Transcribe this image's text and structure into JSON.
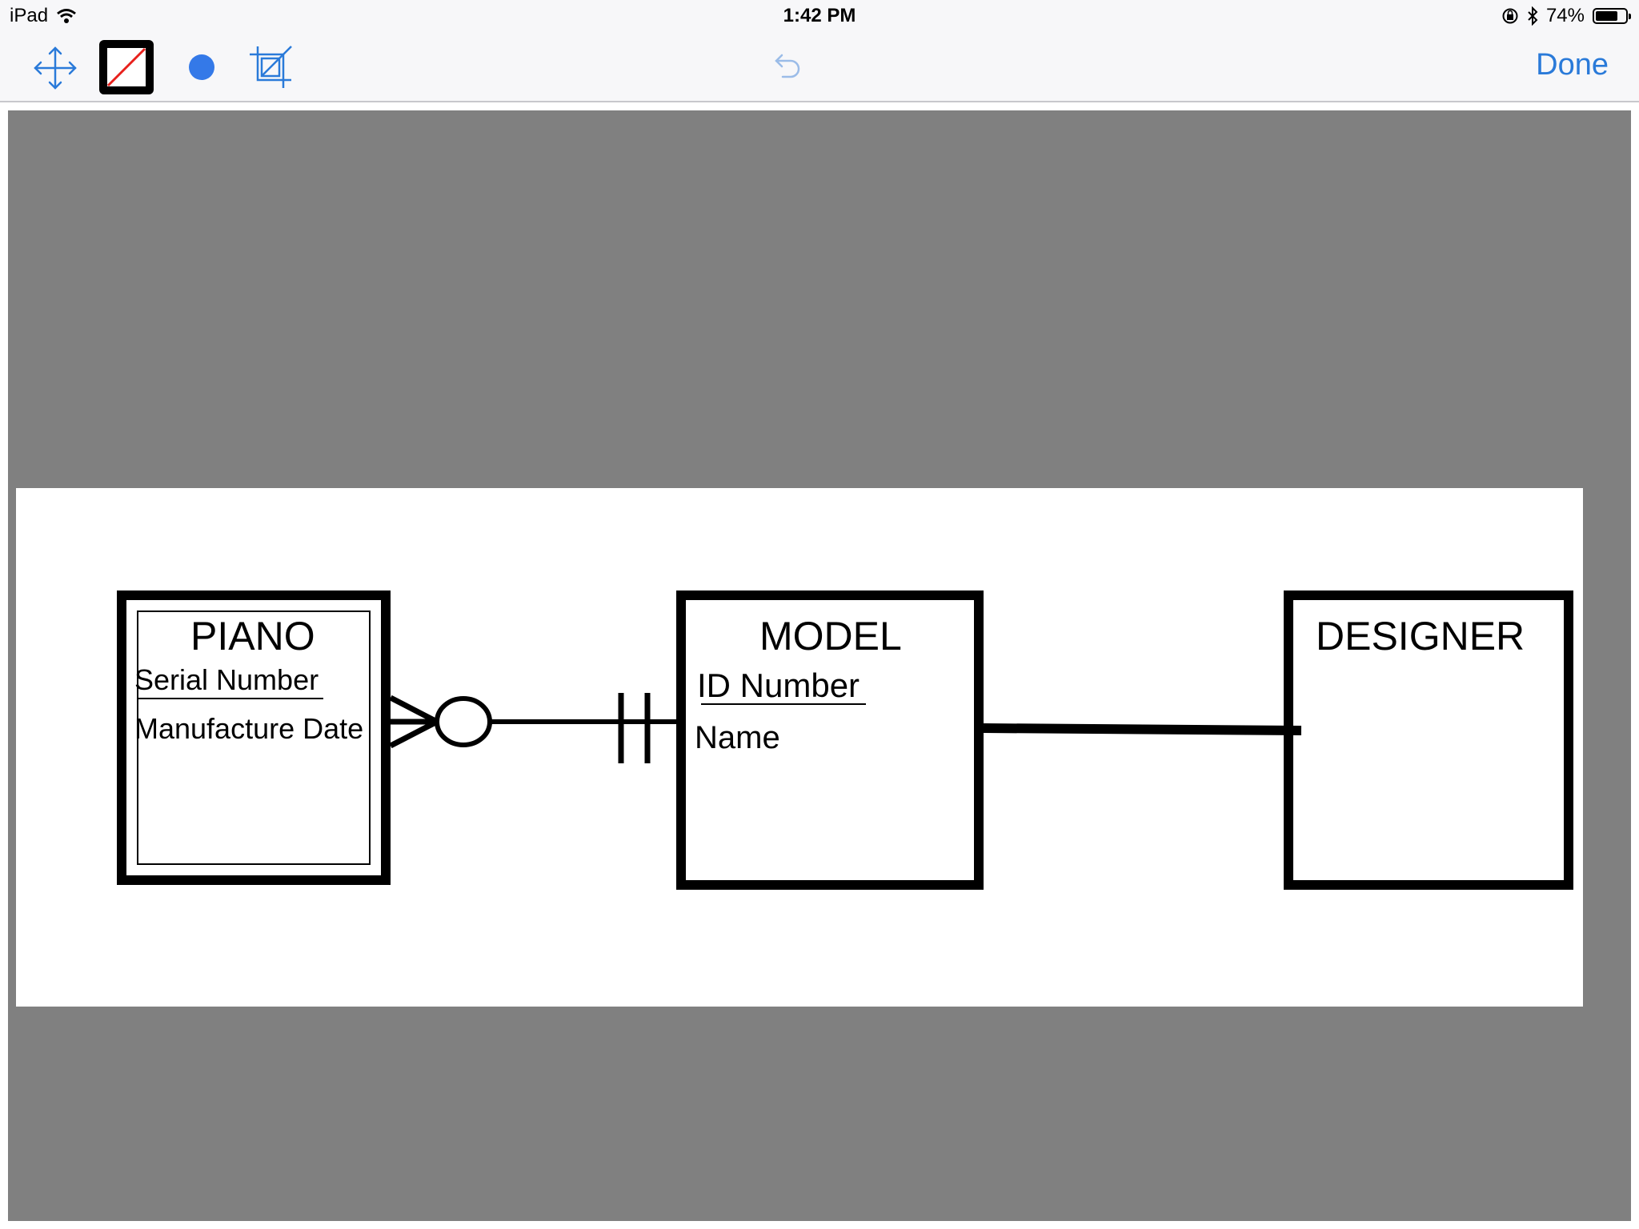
{
  "status_bar": {
    "device": "iPad",
    "time": "1:42 PM",
    "battery_percent": "74%",
    "battery_level": 0.74
  },
  "toolbar": {
    "done_label": "Done",
    "tools": [
      {
        "name": "move-tool",
        "icon": "move-arrows-icon"
      },
      {
        "name": "stroke-style-tool",
        "icon": "no-fill-swatch-icon"
      },
      {
        "name": "fill-color-tool",
        "icon": "blue-dot-icon",
        "color": "#3479e8"
      },
      {
        "name": "crop-tool",
        "icon": "crop-icon"
      },
      {
        "name": "undo-button",
        "icon": "undo-arrow-icon"
      }
    ],
    "accent_color": "#2a7ad9"
  },
  "diagram": {
    "entities": [
      {
        "name": "PIANO",
        "attributes": [
          {
            "label": "Serial Number",
            "key": true
          },
          {
            "label": "Manufacture Date",
            "key": false
          }
        ],
        "weak": true
      },
      {
        "name": "MODEL",
        "attributes": [
          {
            "label": "ID Number",
            "key": true
          },
          {
            "label": "Name",
            "key": false
          }
        ],
        "weak": false
      },
      {
        "name": "DESIGNER",
        "attributes": [],
        "weak": false
      }
    ],
    "relationships": [
      {
        "from": "PIANO",
        "to": "MODEL",
        "from_cardinality": "zero-or-many",
        "to_cardinality": "one-and-only-one"
      },
      {
        "from": "MODEL",
        "to": "DESIGNER",
        "from_cardinality": "none",
        "to_cardinality": "none"
      }
    ]
  }
}
